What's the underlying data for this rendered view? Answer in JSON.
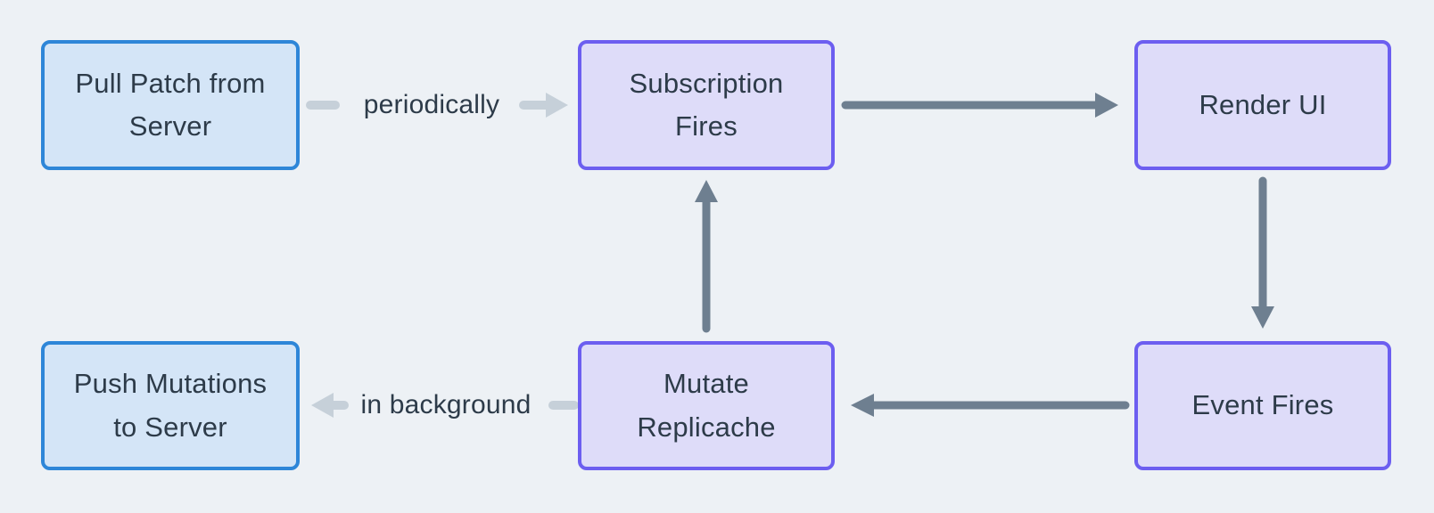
{
  "colors": {
    "background": "#edf1f5",
    "server_fill": "#d4e5f7",
    "server_border": "#2e86d8",
    "client_fill": "#dedcf9",
    "client_border": "#6c5ef0",
    "text": "#2d3b49",
    "arrow_dark": "#6e7f90",
    "arrow_light": "#c6d0d9"
  },
  "nodes": {
    "pull_patch": {
      "label": "Pull Patch from\nServer"
    },
    "subscription_fires": {
      "label": "Subscription\nFires"
    },
    "render_ui": {
      "label": "Render UI"
    },
    "push_mutations": {
      "label": "Push Mutations\nto Server"
    },
    "mutate_replicache": {
      "label": "Mutate\nReplicache"
    },
    "event_fires": {
      "label": "Event Fires"
    }
  },
  "edge_labels": {
    "periodically": "periodically",
    "in_background": "in background"
  }
}
